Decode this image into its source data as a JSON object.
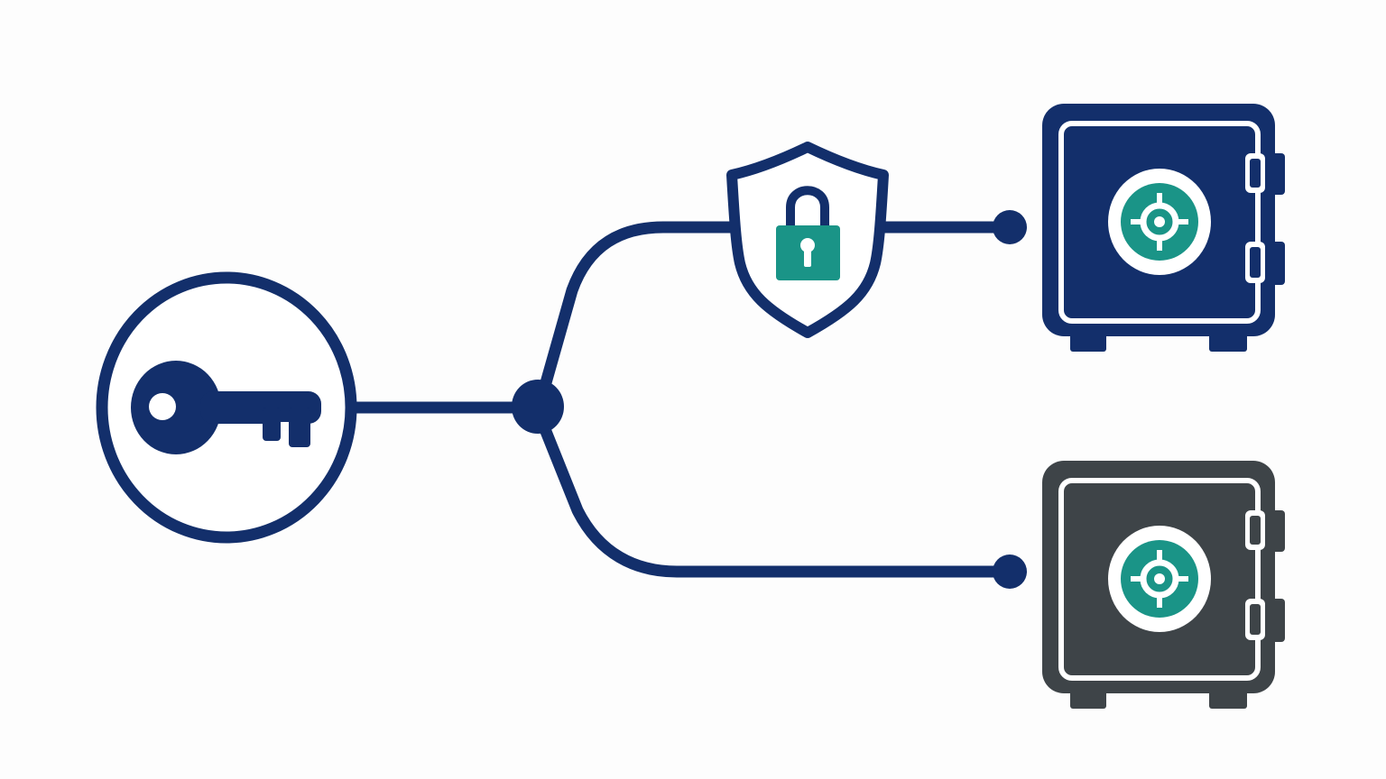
{
  "diagram": {
    "nodes": [
      {
        "id": "key",
        "icon": "key-icon"
      },
      {
        "id": "hub",
        "icon": "junction-dot"
      },
      {
        "id": "shield",
        "icon": "shield-lock-icon"
      },
      {
        "id": "vault-top",
        "icon": "safe-icon"
      },
      {
        "id": "vault-bottom",
        "icon": "safe-icon"
      }
    ],
    "edges": [
      {
        "from": "key",
        "to": "hub"
      },
      {
        "from": "hub",
        "to": "vault-top",
        "via": "shield"
      },
      {
        "from": "hub",
        "to": "vault-bottom"
      }
    ]
  },
  "colors": {
    "navy": "#132f6b",
    "teal": "#1a9487",
    "charcoal": "#3e4448",
    "white": "#ffffff",
    "background": "#fdfdfd"
  }
}
